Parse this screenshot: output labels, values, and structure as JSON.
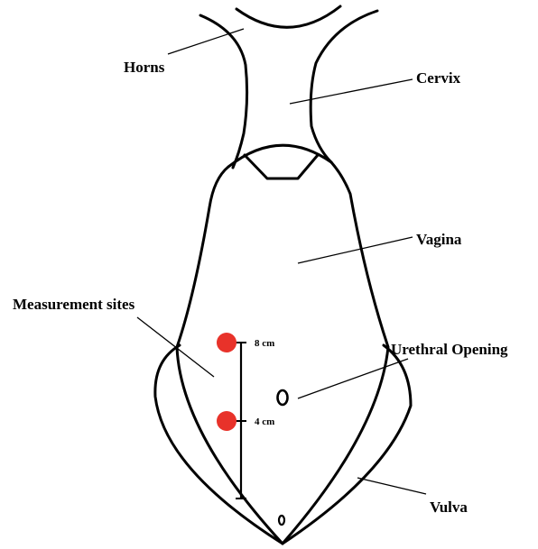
{
  "labels": {
    "horns": "Horns",
    "cervix": "Cervix",
    "vagina": "Vagina",
    "measurement_sites": "Measurement sites",
    "urethral_opening": "Urethral Opening",
    "vulva": "Vulva"
  },
  "scale": {
    "upper": "8 cm",
    "lower": "4 cm"
  },
  "colors": {
    "measurement_dot": "#e8322a",
    "outline": "#000000"
  }
}
